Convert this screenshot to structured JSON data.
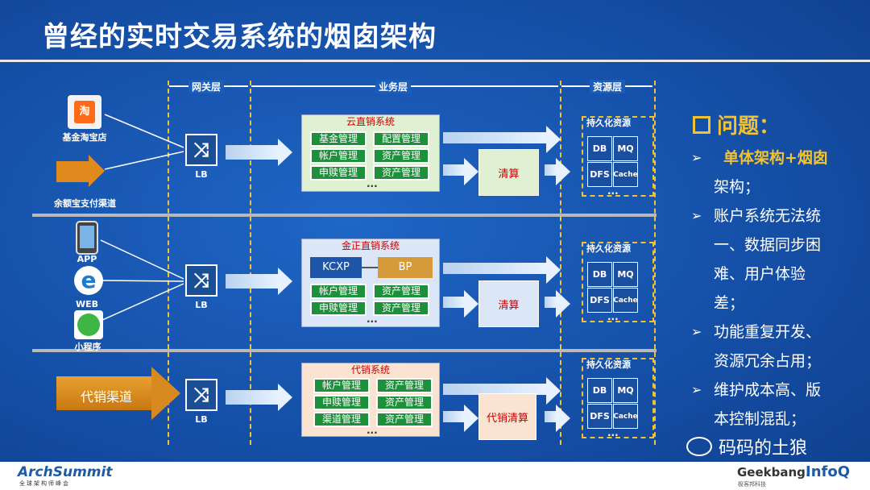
{
  "title": "曾经的实时交易系统的烟囱架构",
  "layers": {
    "gateway": "网关层",
    "business": "业务层",
    "resource": "资源层"
  },
  "lb_label": "LB",
  "row1": {
    "channels": [
      "基金淘宝店",
      "余额宝支付渠道"
    ],
    "system_title": "云直销系统",
    "modules": [
      "基金管理",
      "配置管理",
      "帐户管理",
      "资产管理",
      "申赎管理",
      "资产管理"
    ],
    "clearing": "清算"
  },
  "row2": {
    "channels": [
      "APP",
      "WEB",
      "小程序"
    ],
    "system_title": "金正直销系统",
    "kcxp": "KCXP",
    "bp": "BP",
    "modules": [
      "帐户管理",
      "资产管理",
      "申赎管理",
      "资产管理"
    ],
    "clearing": "清算"
  },
  "row3": {
    "channel": "代销渠道",
    "system_title": "代销系统",
    "modules": [
      "帐户管理",
      "资产管理",
      "申赎管理",
      "资产管理",
      "渠道管理",
      "资产管理"
    ],
    "clearing": "代销清算"
  },
  "resources": {
    "title": "持久化资源",
    "cells": [
      "DB",
      "MQ",
      "DFS",
      "Cache"
    ]
  },
  "ellipsis": "...",
  "issues": {
    "heading": "问题：",
    "items": [
      "单体架构+烟囱架构；",
      "账户系统无法统一、数据同步困难、用户体验差；",
      "功能重复开发、资源冗余占用；",
      "维护成本高、版本控制混乱；"
    ],
    "lines": [
      {
        "text": "单体架构+烟囱",
        "bullet": true,
        "highlight": true
      },
      {
        "text": "架构；",
        "bullet": false,
        "highlight": false
      },
      {
        "text": "账户系统无法统",
        "bullet": true,
        "highlight": false
      },
      {
        "text": "一、数据同步困",
        "bullet": false,
        "highlight": false
      },
      {
        "text": "难、用户体验",
        "bullet": false,
        "highlight": false
      },
      {
        "text": "差；",
        "bullet": false,
        "highlight": false
      },
      {
        "text": "功能重复开发、",
        "bullet": true,
        "highlight": false
      },
      {
        "text": "资源冗余占用；",
        "bullet": false,
        "highlight": false
      },
      {
        "text": "维护成本高、版",
        "bullet": true,
        "highlight": false
      },
      {
        "text": "本控制混乱；",
        "bullet": false,
        "highlight": false
      }
    ]
  },
  "watermark": "码码的土狼",
  "logos": {
    "arch_summit": "ArchSummit",
    "arch_summit_sub": "全球架构师峰会",
    "geekbang": "Geekbang.",
    "geekbang_sub": "极客邦科技",
    "infoq": "InfoQ"
  },
  "colors": {
    "background": "#1550a8",
    "accent_yellow": "#f2c230",
    "module_green": "#1e8f3a",
    "clearing_red": "#cc0000"
  }
}
